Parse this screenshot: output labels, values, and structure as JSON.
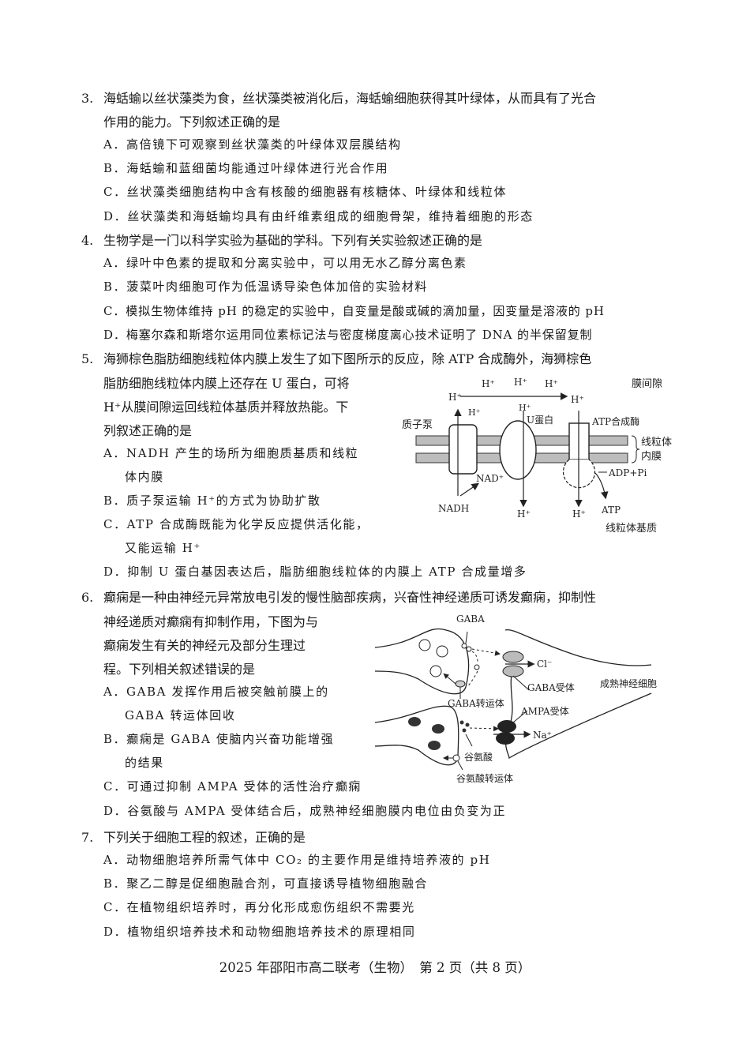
{
  "questions": [
    {
      "number": "3.",
      "stem_lines": [
        "海蛞蝓以丝状藻类为食，丝状藻类被消化后，海蛞蝓细胞获得其叶绿体，从而具有了光合",
        "作用的能力。下列叙述正确的是"
      ],
      "options": [
        "A．高倍镜下可观察到丝状藻类的叶绿体双层膜结构",
        "B．海蛞蝓和蓝细菌均能通过叶绿体进行光合作用",
        "C．丝状藻类细胞结构中含有核酸的细胞器有核糖体、叶绿体和线粒体",
        "D．丝状藻类和海蛞蝓均具有由纤维素组成的细胞骨架，维持着细胞的形态"
      ]
    },
    {
      "number": "4.",
      "stem_lines": [
        "生物学是一门以科学实验为基础的学科。下列有关实验叙述正确的是"
      ],
      "options": [
        "A．绿叶中色素的提取和分离实验中，可以用无水乙醇分离色素",
        "B．菠菜叶肉细胞可作为低温诱导染色体加倍的实验材料",
        "C．模拟生物体维持 pH 的稳定的实验中，自变量是酸或碱的滴加量，因变量是溶液的 pH",
        "D．梅塞尔森和斯塔尔运用同位素标记法与密度梯度离心技术证明了 DNA 的半保留复制"
      ]
    },
    {
      "number": "5.",
      "stem_lines": [
        "海狮棕色脂肪细胞线粒体内膜上发生了如下图所示的反应，除 ATP 合成酶外，海狮棕色",
        "脂肪细胞线粒体内膜上还存在 U 蛋白，可将",
        "H⁺从膜间隙运回线粒体基质并释放热能。下",
        "列叙述正确的是"
      ],
      "options": [
        "A．NADH 产生的场所为细胞质基质和线粒",
        "体内膜",
        "B．质子泵运输 H⁺的方式为协助扩散",
        "C．ATP 合成酶既能为化学反应提供活化能，",
        "又能运输 H⁺",
        "D．抑制 U 蛋白基因表达后，脂肪细胞线粒体的内膜上 ATP 合成量增多"
      ],
      "figure": {
        "labels": {
          "intermembrane_space": "膜间隙",
          "matrix": "线粒体基质",
          "inner_membrane_1": "线粒体",
          "inner_membrane_2": "内膜",
          "proton_pump": "质子泵",
          "u_protein": "U蛋白",
          "atp_synthase": "ATP合成酶",
          "adp_pi": "ADP+Pi",
          "atp": "ATP",
          "nadh": "NADH",
          "nad": "NAD⁺",
          "h_plus": "H⁺"
        }
      }
    },
    {
      "number": "6.",
      "stem_lines": [
        "癫痫是一种由神经元异常放电引发的慢性脑部疾病，兴奋性神经递质可诱发癫痫，抑制性",
        "神经递质对癫痫有抑制作用，下图为与",
        "癫痫发生有关的神经元及部分生理过",
        "程。下列相关叙述错误的是"
      ],
      "options": [
        "A．GABA 发挥作用后被突触前膜上的",
        "GABA 转运体回收",
        "B．癫痫是 GABA 使脑内兴奋功能增强",
        "的结果",
        "C．可通过抑制 AMPA 受体的活性治疗癫痫",
        "D．谷氨酸与 AMPA 受体结合后，成熟神经细胞膜内电位由负变为正"
      ],
      "figure": {
        "labels": {
          "gaba": "GABA",
          "cl": "Cl⁻",
          "gaba_receptor": "GABA受体",
          "mature_neuron": "成熟神经细胞",
          "gaba_transporter": "GABA转运体",
          "ampa_receptor": "AMPA受体",
          "na": "Na⁺",
          "glutamate": "谷氨酸",
          "glutamate_transporter": "谷氨酸转运体"
        }
      }
    },
    {
      "number": "7.",
      "stem_lines": [
        "下列关于细胞工程的叙述，正确的是"
      ],
      "options": [
        "A．动物细胞培养所需气体中 CO₂ 的主要作用是维持培养液的 pH",
        "B．聚乙二醇是促细胞融合剂，可直接诱导植物细胞融合",
        "C．在植物组织培养时，再分化形成愈伤组织不需要光",
        "D．植物组织培养技术和动物细胞培养技术的原理相同"
      ]
    }
  ],
  "footer": "2025 年邵阳市高二联考（生物）　第 2 页（共 8 页）"
}
